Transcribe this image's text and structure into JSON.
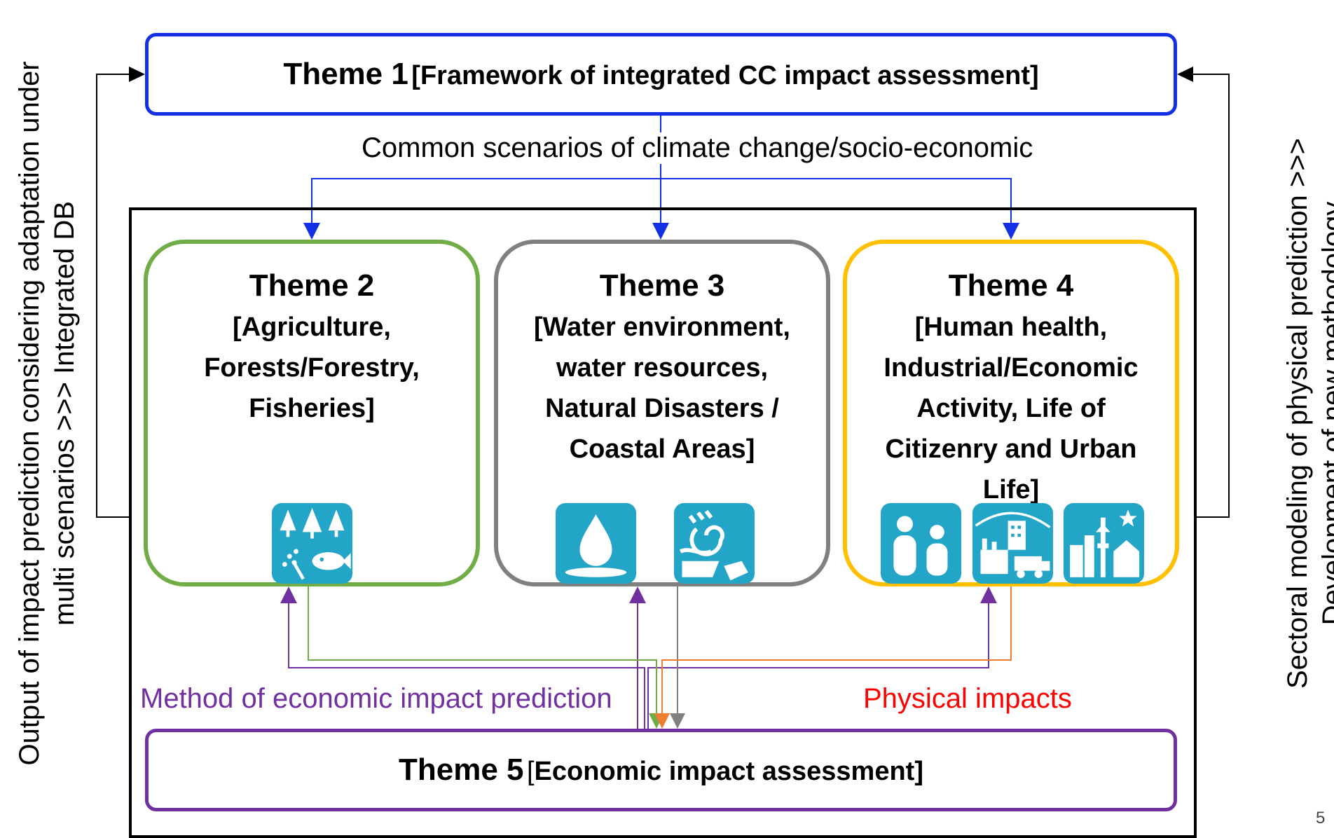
{
  "theme1": {
    "number": "Theme 1",
    "title": "[Framework of integrated CC impact assessment]"
  },
  "theme2": {
    "number": "Theme 2",
    "title": "[Agriculture, Forests/Forestry, Fisheries]"
  },
  "theme3": {
    "number": "Theme 3",
    "title": "[Water environment, water resources, Natural Disasters / Coastal Areas]"
  },
  "theme4": {
    "number": "Theme 4",
    "title": "[Human health, Industrial/Economic Activity, Life of Citizenry and Urban Life]"
  },
  "theme5": {
    "number": "Theme 5",
    "bracket_open": "[",
    "title": "Economic impact assessment]"
  },
  "common_scenarios": "Common scenarios of climate change/socio-economic",
  "economic_method": "Method of economic impact prediction",
  "physical_impacts": "Physical impacts",
  "left_side": {
    "line1": "Output of impact prediction considering adaptation under",
    "line2": "multi scenarios >>> Integrated DB"
  },
  "right_side": {
    "line1": "Sectoral modeling of physical prediction >>>",
    "line2": "Development of new methodology"
  },
  "page_number": "5",
  "icons": {
    "theme2": [
      "agriculture-forestry-fishery-icon"
    ],
    "theme3": [
      "water-drop-icon",
      "natural-disaster-icon"
    ],
    "theme4": [
      "human-health-icon",
      "industry-economy-icon",
      "urban-life-icon"
    ]
  },
  "colors": {
    "theme1_border": "#1430e6",
    "theme2_border": "#70ad47",
    "theme3_border": "#808080",
    "theme4_border": "#ffc000",
    "theme5_border": "#7030a0",
    "icon_bg": "#23a5c8",
    "economic_text": "#7030a0",
    "physical_text": "#ff0000",
    "scenario_arrows": "#1430e6",
    "economic_arrows": "#7030a0",
    "physical_arrows_theme2": "#70ad47",
    "physical_arrows_theme3": "#808080",
    "physical_arrows_theme4": "#ed7d31"
  }
}
